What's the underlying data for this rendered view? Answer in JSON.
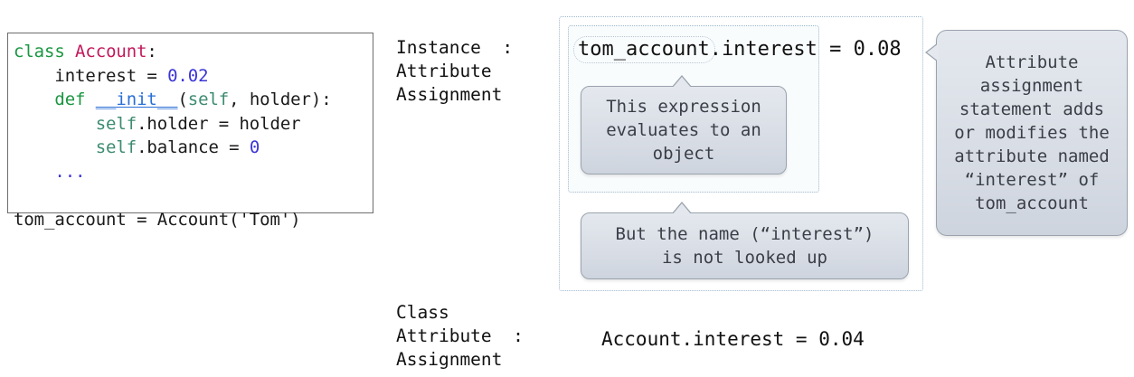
{
  "code_block": {
    "lines": [
      [
        {
          "t": "class ",
          "c": "kw"
        },
        {
          "t": "Account",
          "c": "cls"
        },
        {
          "t": ":",
          "c": "plain"
        }
      ],
      [
        {
          "t": "    interest = ",
          "c": "plain"
        },
        {
          "t": "0.02",
          "c": "num"
        }
      ],
      [
        {
          "t": "    ",
          "c": "plain"
        },
        {
          "t": "def ",
          "c": "kw"
        },
        {
          "t": "__init__",
          "c": "fn"
        },
        {
          "t": "(",
          "c": "plain"
        },
        {
          "t": "self",
          "c": "selfkw"
        },
        {
          "t": ", holder):",
          "c": "plain"
        }
      ],
      [
        {
          "t": "        ",
          "c": "plain"
        },
        {
          "t": "self",
          "c": "selfkw"
        },
        {
          "t": ".holder = holder",
          "c": "plain"
        }
      ],
      [
        {
          "t": "        ",
          "c": "plain"
        },
        {
          "t": "self",
          "c": "selfkw"
        },
        {
          "t": ".balance = ",
          "c": "plain"
        },
        {
          "t": "0",
          "c": "num"
        }
      ],
      [
        {
          "t": "    ",
          "c": "plain"
        },
        {
          "t": "...",
          "c": "dots"
        }
      ],
      [
        {
          "t": "",
          "c": "plain"
        }
      ],
      [
        {
          "t": "tom_account = Account('Tom')",
          "c": "plain"
        }
      ]
    ],
    "plain_text": "class Account:\n    interest = 0.02\n    def __init__(self, holder):\n        self.holder = holder\n        self.balance = 0\n    ...\n\ntom_account = Account('Tom')"
  },
  "labels": {
    "instance_attribute_assignment": "Instance  :\nAttribute\nAssignment",
    "class_attribute_assignment": "Class\nAttribute  :\nAssignment"
  },
  "expressions": {
    "instance": {
      "object_token": "tom_account",
      "dot": ".",
      "attribute": "interest",
      "assignment": " = 0.08",
      "full": "tom_account.interest = 0.08"
    },
    "class": {
      "full": "Account.interest = 0.04"
    }
  },
  "callouts": {
    "expression_evaluates": "This expression\nevaluates to an\nobject",
    "name_not_looked_up": "But the name (“interest”)\nis not looked up",
    "attribute_assignment": "Attribute\nassignment\nstatement adds\nor modifies the\nattribute named\n“interest” of\ntom_account"
  },
  "watermark": {
    "icon": "tv-play-icon"
  },
  "colors": {
    "keyword": "#1a9641",
    "class_name": "#c2185b",
    "number": "#3b35d6",
    "function_name": "#2a6fd6",
    "self_keyword": "#3d8b72",
    "bubble_fill": "#dde1e8",
    "bubble_border": "#9aa3ad",
    "dotted_border": "#9fb7cc",
    "code_border": "#6d6d6d",
    "text": "#111111"
  }
}
